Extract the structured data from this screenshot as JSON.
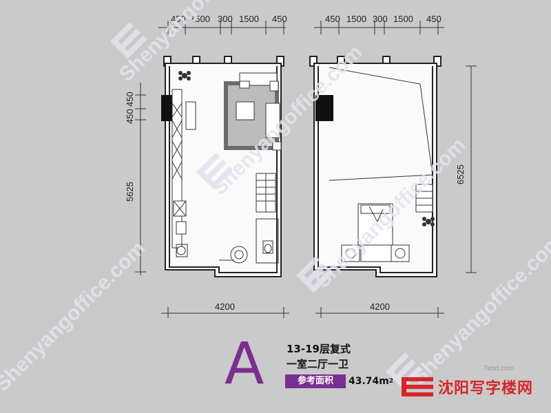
{
  "plan_left": {
    "top_dims": [
      "450",
      "1500",
      "300",
      "1500",
      "450"
    ],
    "left_dims": [
      "450",
      "450",
      "5625"
    ],
    "bottom_dim": "4200"
  },
  "plan_right": {
    "top_dims": [
      "450",
      "1500",
      "300",
      "1500",
      "450"
    ],
    "right_dim": "6525",
    "bottom_dim": "4200"
  },
  "unit": {
    "letter": "A",
    "floors": "13-19层复式",
    "layout": "一室二厅一卫",
    "area_label": "参考面积",
    "area_value": "43.74m",
    "area_unit_sup": "2"
  },
  "watermark": {
    "text": "Shenyangoffice.com",
    "cn_text": "沈阳写字楼网"
  },
  "site": {
    "url": "7ebd.com",
    "name": "沈阳写字楼网"
  },
  "colors": {
    "background": "#c9cac9",
    "accent": "#7a2e8f",
    "brand_red": "#d6262b",
    "watermark": "#e4e2ef"
  }
}
